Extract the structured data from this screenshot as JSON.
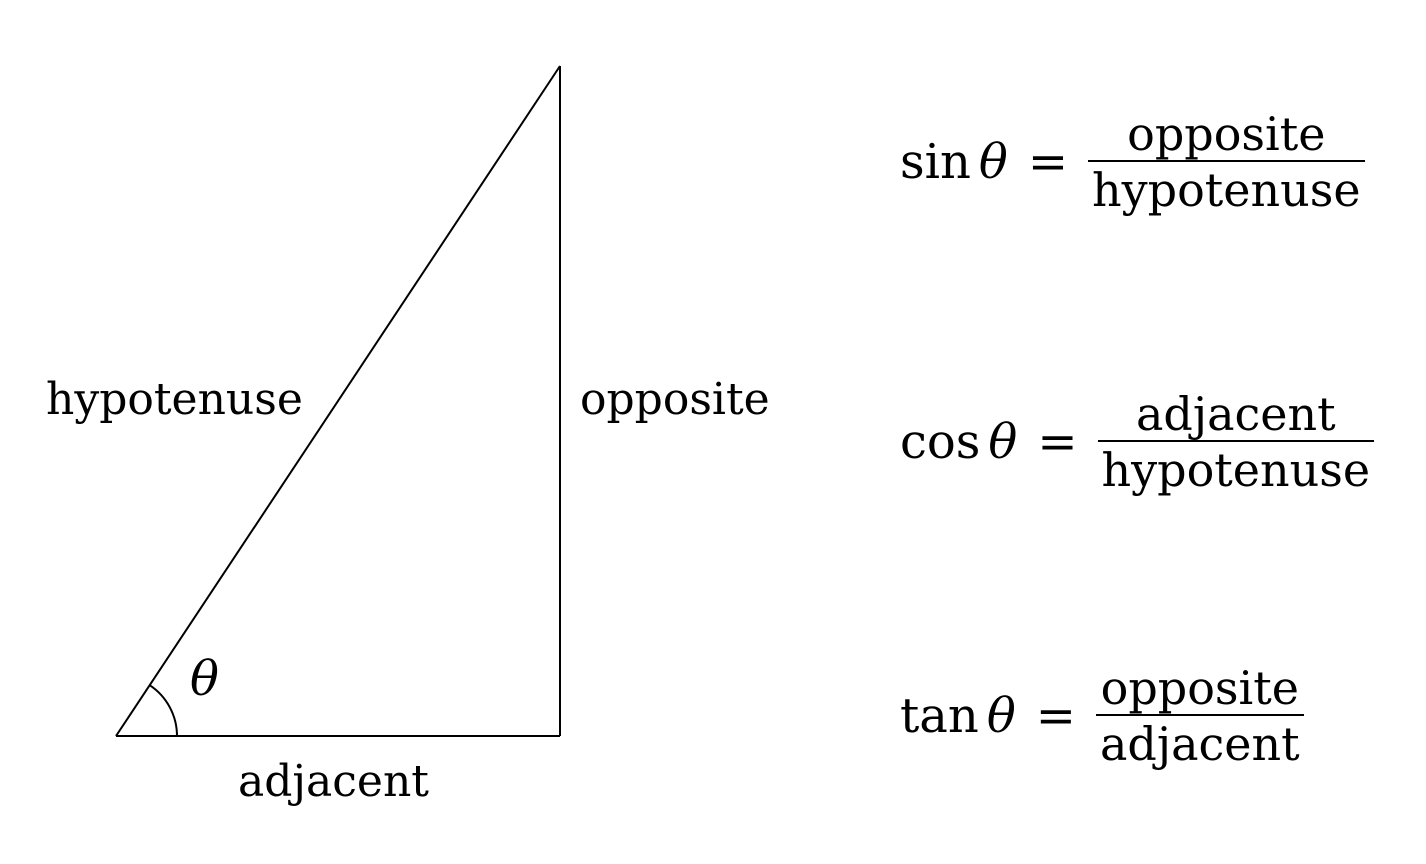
{
  "diagram": {
    "labels": {
      "hypotenuse": "hypotenuse",
      "opposite": "opposite",
      "adjacent": "adjacent",
      "theta": "θ"
    },
    "stroke_color": "#000000"
  },
  "formulas": {
    "sin": {
      "fn": "sin",
      "var": "θ",
      "eq": "=",
      "numerator": "opposite",
      "denominator": "hypotenuse"
    },
    "cos": {
      "fn": "cos",
      "var": "θ",
      "eq": "=",
      "numerator": "adjacent",
      "denominator": "hypotenuse"
    },
    "tan": {
      "fn": "tan",
      "var": "θ",
      "eq": "=",
      "numerator": "opposite",
      "denominator": "adjacent"
    }
  }
}
